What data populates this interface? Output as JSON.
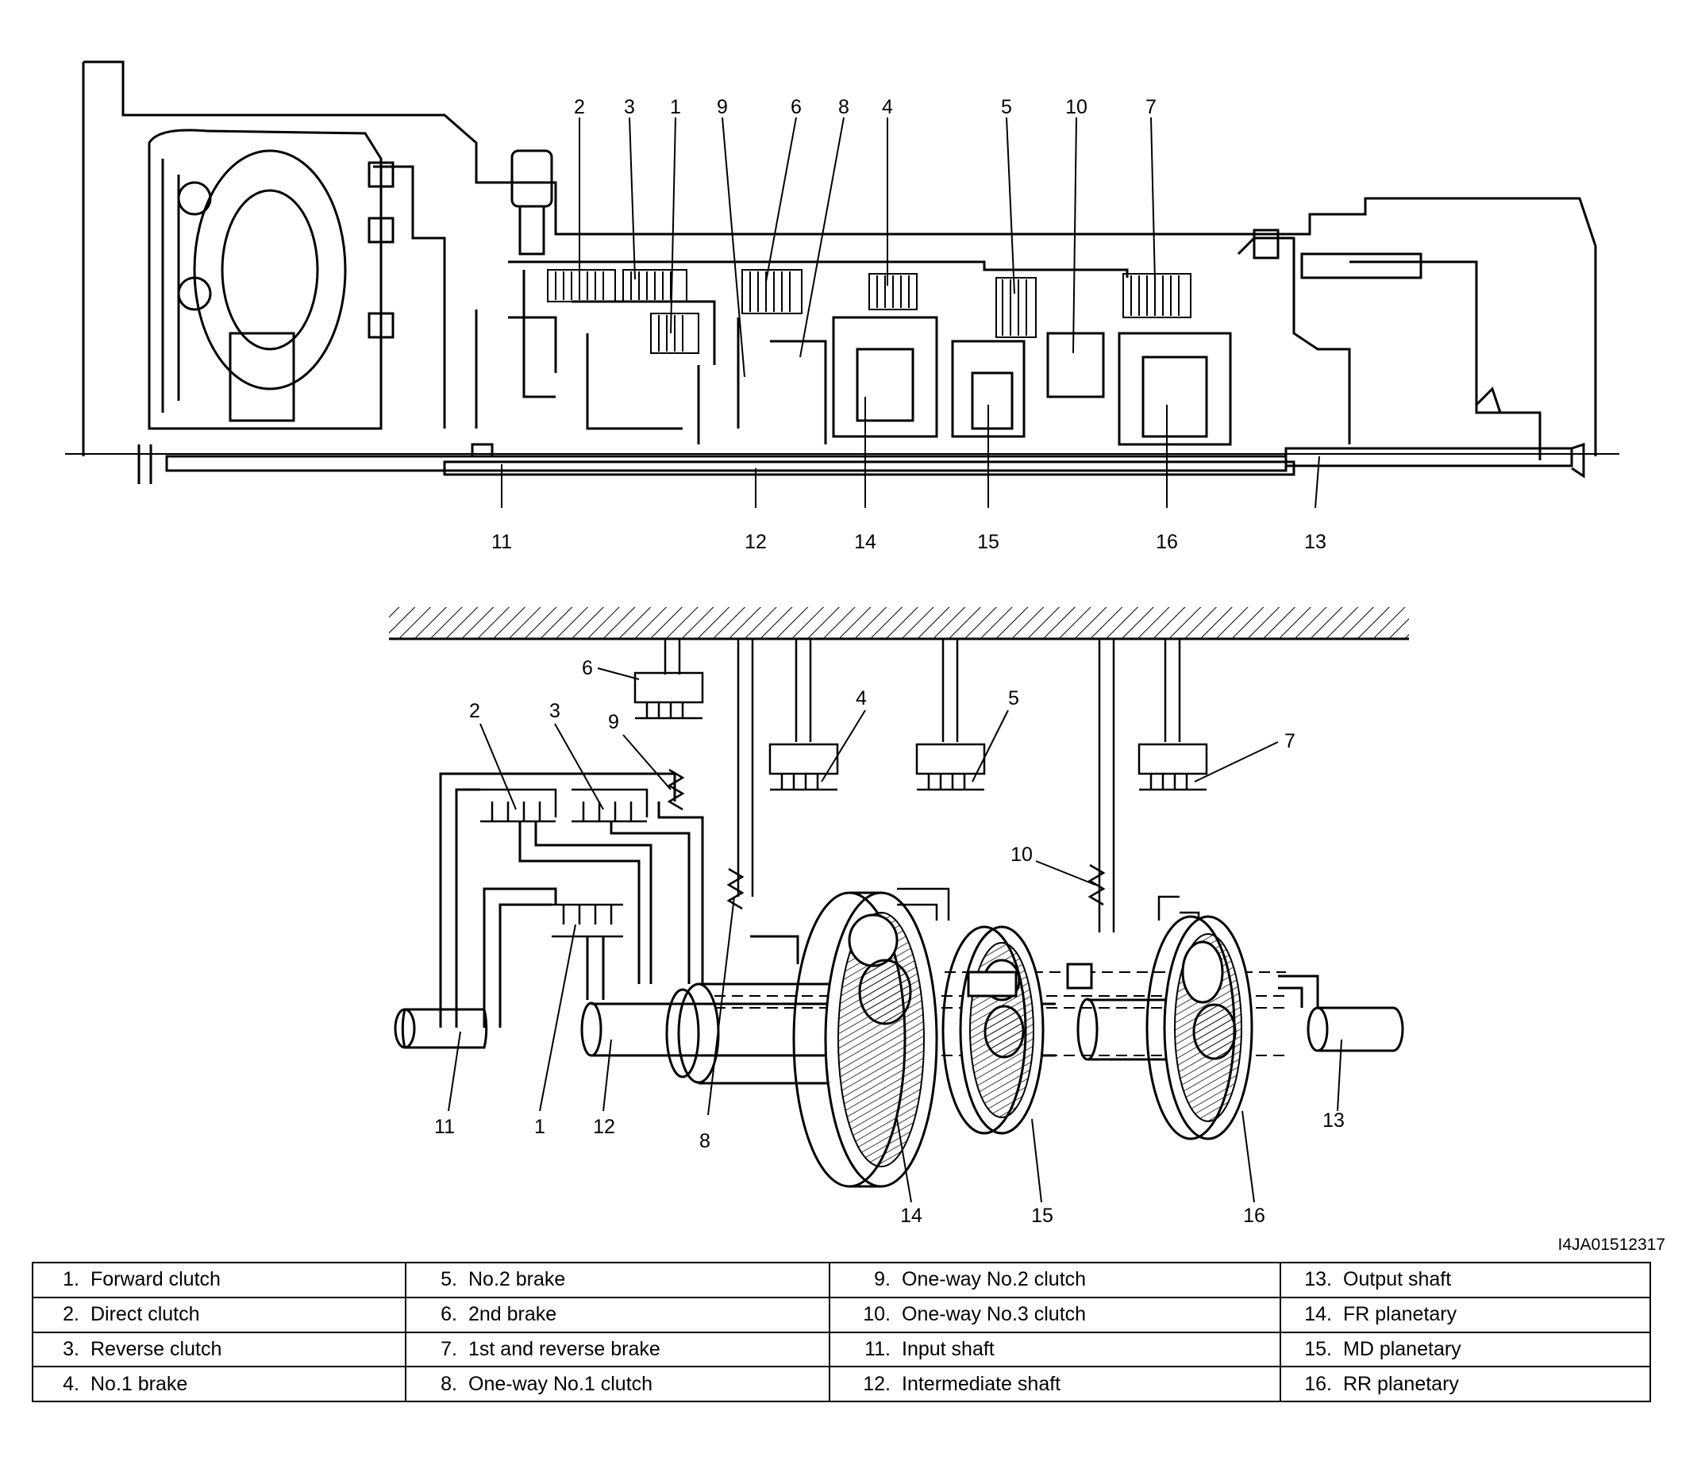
{
  "top_section": {
    "callouts": [
      "2",
      "3",
      "1",
      "9",
      "6",
      "8",
      "4",
      "5",
      "10",
      "7",
      "11",
      "12",
      "14",
      "15",
      "16",
      "13"
    ]
  },
  "schematic": {
    "callouts": [
      "6",
      "4",
      "5",
      "7",
      "2",
      "3",
      "9",
      "10",
      "11",
      "1",
      "12",
      "8",
      "14",
      "15",
      "16",
      "13"
    ]
  },
  "figure_code": "I4JA01512317",
  "legend": {
    "columns": [
      [
        {
          "num": "1.",
          "text": "Forward clutch"
        },
        {
          "num": "2.",
          "text": "Direct clutch"
        },
        {
          "num": "3.",
          "text": "Reverse clutch"
        },
        {
          "num": "4.",
          "text": "No.1 brake"
        }
      ],
      [
        {
          "num": "5.",
          "text": "No.2 brake"
        },
        {
          "num": "6.",
          "text": "2nd brake"
        },
        {
          "num": "7.",
          "text": "1st and reverse brake"
        },
        {
          "num": "8.",
          "text": "One-way No.1 clutch"
        }
      ],
      [
        {
          "num": "9.",
          "text": "One-way No.2 clutch"
        },
        {
          "num": "10.",
          "text": "One-way No.3 clutch"
        },
        {
          "num": "11.",
          "text": "Input shaft"
        },
        {
          "num": "12.",
          "text": "Intermediate shaft"
        }
      ],
      [
        {
          "num": "13.",
          "text": "Output shaft"
        },
        {
          "num": "14.",
          "text": "FR planetary"
        },
        {
          "num": "15.",
          "text": "MD planetary"
        },
        {
          "num": "16.",
          "text": "RR planetary"
        }
      ]
    ]
  }
}
